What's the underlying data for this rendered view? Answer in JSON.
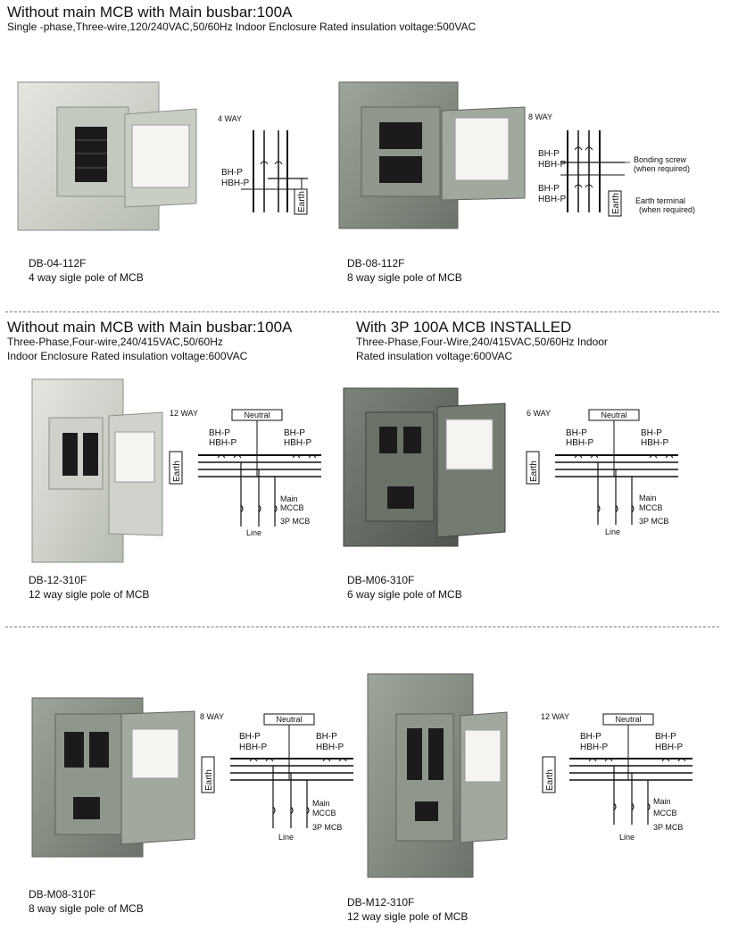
{
  "sections": [
    {
      "title": "Without main MCB with Main busbar:100A",
      "lines": [
        "Single -phase,Three-wire,120/240VAC,50/60Hz Indoor Enclosure Rated insulation voltage:500VAC"
      ]
    },
    {
      "title": "Without main MCB with Main busbar:100A",
      "lines": [
        "Three-Phase,Four-wire,240/415VAC,50/60Hz",
        "Indoor Enclosure Rated insulation voltage:600VAC"
      ]
    },
    {
      "title": "With 3P 100A MCB INSTALLED",
      "lines": [
        "Three-Phase,Four-Wire,240/415VAC,50/60Hz Indoor",
        "Rated insulation voltage:600VAC"
      ]
    }
  ],
  "products": [
    {
      "model": "DB-04-112F",
      "desc": "4 way sigle pole of MCB",
      "way": "4 WAY"
    },
    {
      "model": "DB-08-112F",
      "desc": "8 way sigle pole of MCB",
      "way": "8 WAY"
    },
    {
      "model": "DB-12-310F",
      "desc": "12 way sigle pole of MCB",
      "way": "12 WAY"
    },
    {
      "model": "DB-M06-310F",
      "desc": "6 way sigle pole of MCB",
      "way": "6 WAY"
    },
    {
      "model": "DB-M08-310F",
      "desc": "8 way sigle pole of MCB",
      "way": "8 WAY"
    },
    {
      "model": "DB-M12-310F",
      "desc": "12 way sigle pole of MCB",
      "way": "12 WAY"
    }
  ],
  "labels": {
    "bh": "BH-P",
    "hbh": "HBH-P",
    "earth": "Earth",
    "neutral": "Neutral",
    "line": "Line",
    "main": "Main",
    "mccb": "MCCB",
    "mcb3p": "3P MCB",
    "bonding1": "Bonding screw",
    "bonding2": "(when required)",
    "earthterm1": "Earth terminal",
    "earthterm2": "(when required)"
  },
  "colors": {
    "panel_light": "#d9ddd5",
    "panel_mid": "#aab1a6",
    "panel_dark": "#6f7770",
    "breaker": "#1b1b1b"
  }
}
